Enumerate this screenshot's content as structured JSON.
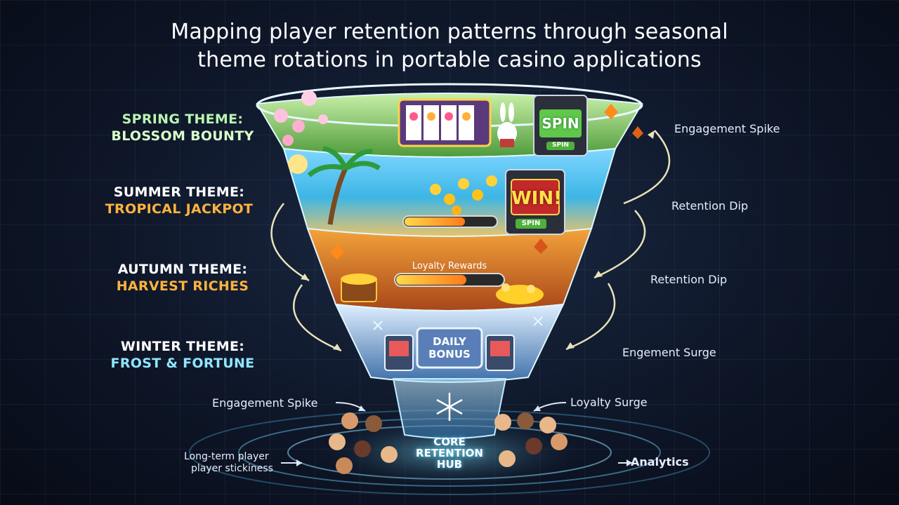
{
  "title": {
    "line1": "Mapping player retention patterns through seasonal",
    "line2": "theme rotations in portable casino applications"
  },
  "themes": [
    {
      "label": "Spring Theme:",
      "name": "Blossom Bounty",
      "color": "#b9f5b0",
      "name_color": "#d8ffc8"
    },
    {
      "label": "Summer Theme:",
      "name": "Tropical Jackpot",
      "color": "#ffffff",
      "name_color": "#ffb23e"
    },
    {
      "label": "Autumn Theme:",
      "name": "Harvest Riches",
      "color": "#ffffff",
      "name_color": "#ffb23e"
    },
    {
      "label": "Winter Theme:",
      "name": "Frost & Fortune",
      "color": "#ffffff",
      "name_color": "#8fe6ff"
    }
  ],
  "right_labels": {
    "r1": "Engagement Spike",
    "r2": "Retention Dip",
    "r3": "Retention Dip",
    "r4": "Engement Surge"
  },
  "bottom_labels": {
    "left_spike": "Engagemеnt Spike",
    "right_surge": "Loyalty Surge",
    "long_term_1": "Long-term player",
    "long_term_2": "player stickiness",
    "analytics": "Analytics"
  },
  "funnel_text": {
    "spin_big": "SPIN",
    "spin_small": "SPIN",
    "win": "WIN!",
    "spin_summer": "SPIN",
    "loyalty": "Loyalty Rewards",
    "daily_1": "DAILY",
    "daily_2": "BONUS"
  },
  "hub": {
    "line1": "CORE",
    "line2": "RETENTION",
    "line3": "HUB"
  },
  "colors": {
    "spring": "#7cc96a",
    "summer": "#2aa7d8",
    "autumn": "#e07a1f",
    "winter": "#6fa3d8",
    "glow": "#7fe0ff",
    "arrow": "#e8e2b8"
  }
}
